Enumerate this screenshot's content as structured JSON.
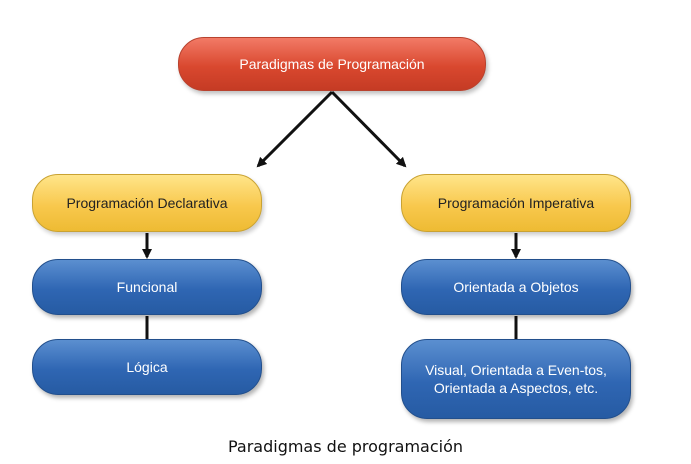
{
  "diagram": {
    "root": {
      "label": "Paradigmas de Programación"
    },
    "declarative": {
      "label": "Programación Declarativa"
    },
    "imperative": {
      "label": "Programación Imperativa"
    },
    "functional": {
      "label": "Funcional"
    },
    "logic": {
      "label": "Lógica"
    },
    "object_oriented": {
      "label": "Orientada a Objetos"
    },
    "others": {
      "label": "Visual, Orientada a Even-tos, Orientada a Aspectos, etc."
    }
  },
  "caption": "Paradigmas de programación",
  "colors": {
    "root_fill": "#d9482f",
    "paradigm_fill": "#f8c84d",
    "leaf_fill": "#2f66b3",
    "connector": "#111111"
  }
}
